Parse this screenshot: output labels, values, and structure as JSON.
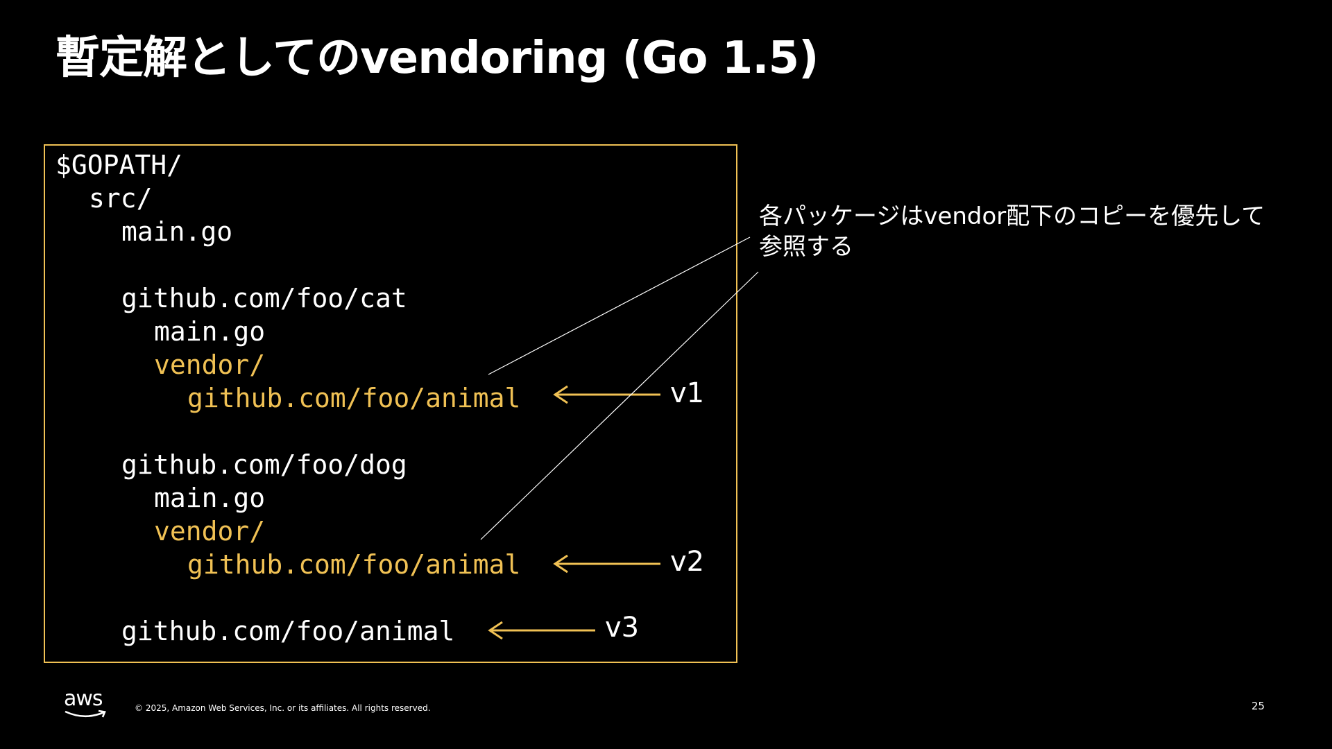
{
  "slide": {
    "title": "暫定解としてのvendoring (Go 1.5)",
    "page_number": "25",
    "copyright": "© 2025, Amazon Web Services, Inc. or its affiliates. All rights reserved.",
    "logo_text": "aws"
  },
  "code": {
    "lines": [
      {
        "text": "$GOPATH/",
        "highlight": false
      },
      {
        "text": "src/",
        "highlight": false
      },
      {
        "text": "main.go",
        "highlight": false
      },
      {
        "text": "",
        "highlight": false
      },
      {
        "text": "github.com/foo/cat",
        "highlight": false
      },
      {
        "text": "main.go",
        "highlight": false
      },
      {
        "text": "vendor/",
        "highlight": true
      },
      {
        "text": "github.com/foo/animal",
        "highlight": true
      },
      {
        "text": "",
        "highlight": false
      },
      {
        "text": "github.com/foo/dog",
        "highlight": false
      },
      {
        "text": "main.go",
        "highlight": false
      },
      {
        "text": "vendor/",
        "highlight": true
      },
      {
        "text": "github.com/foo/animal",
        "highlight": true
      },
      {
        "text": "",
        "highlight": false
      },
      {
        "text": "github.com/foo/animal",
        "highlight": false
      }
    ]
  },
  "versions": {
    "v1": "v1",
    "v2": "v2",
    "v3": "v3"
  },
  "callout": {
    "line1": "各パッケージはvendor配下のコピーを優先して",
    "line2": "参照する"
  },
  "colors": {
    "background": "#000000",
    "text": "#ffffff",
    "accent": "#f0c154"
  }
}
